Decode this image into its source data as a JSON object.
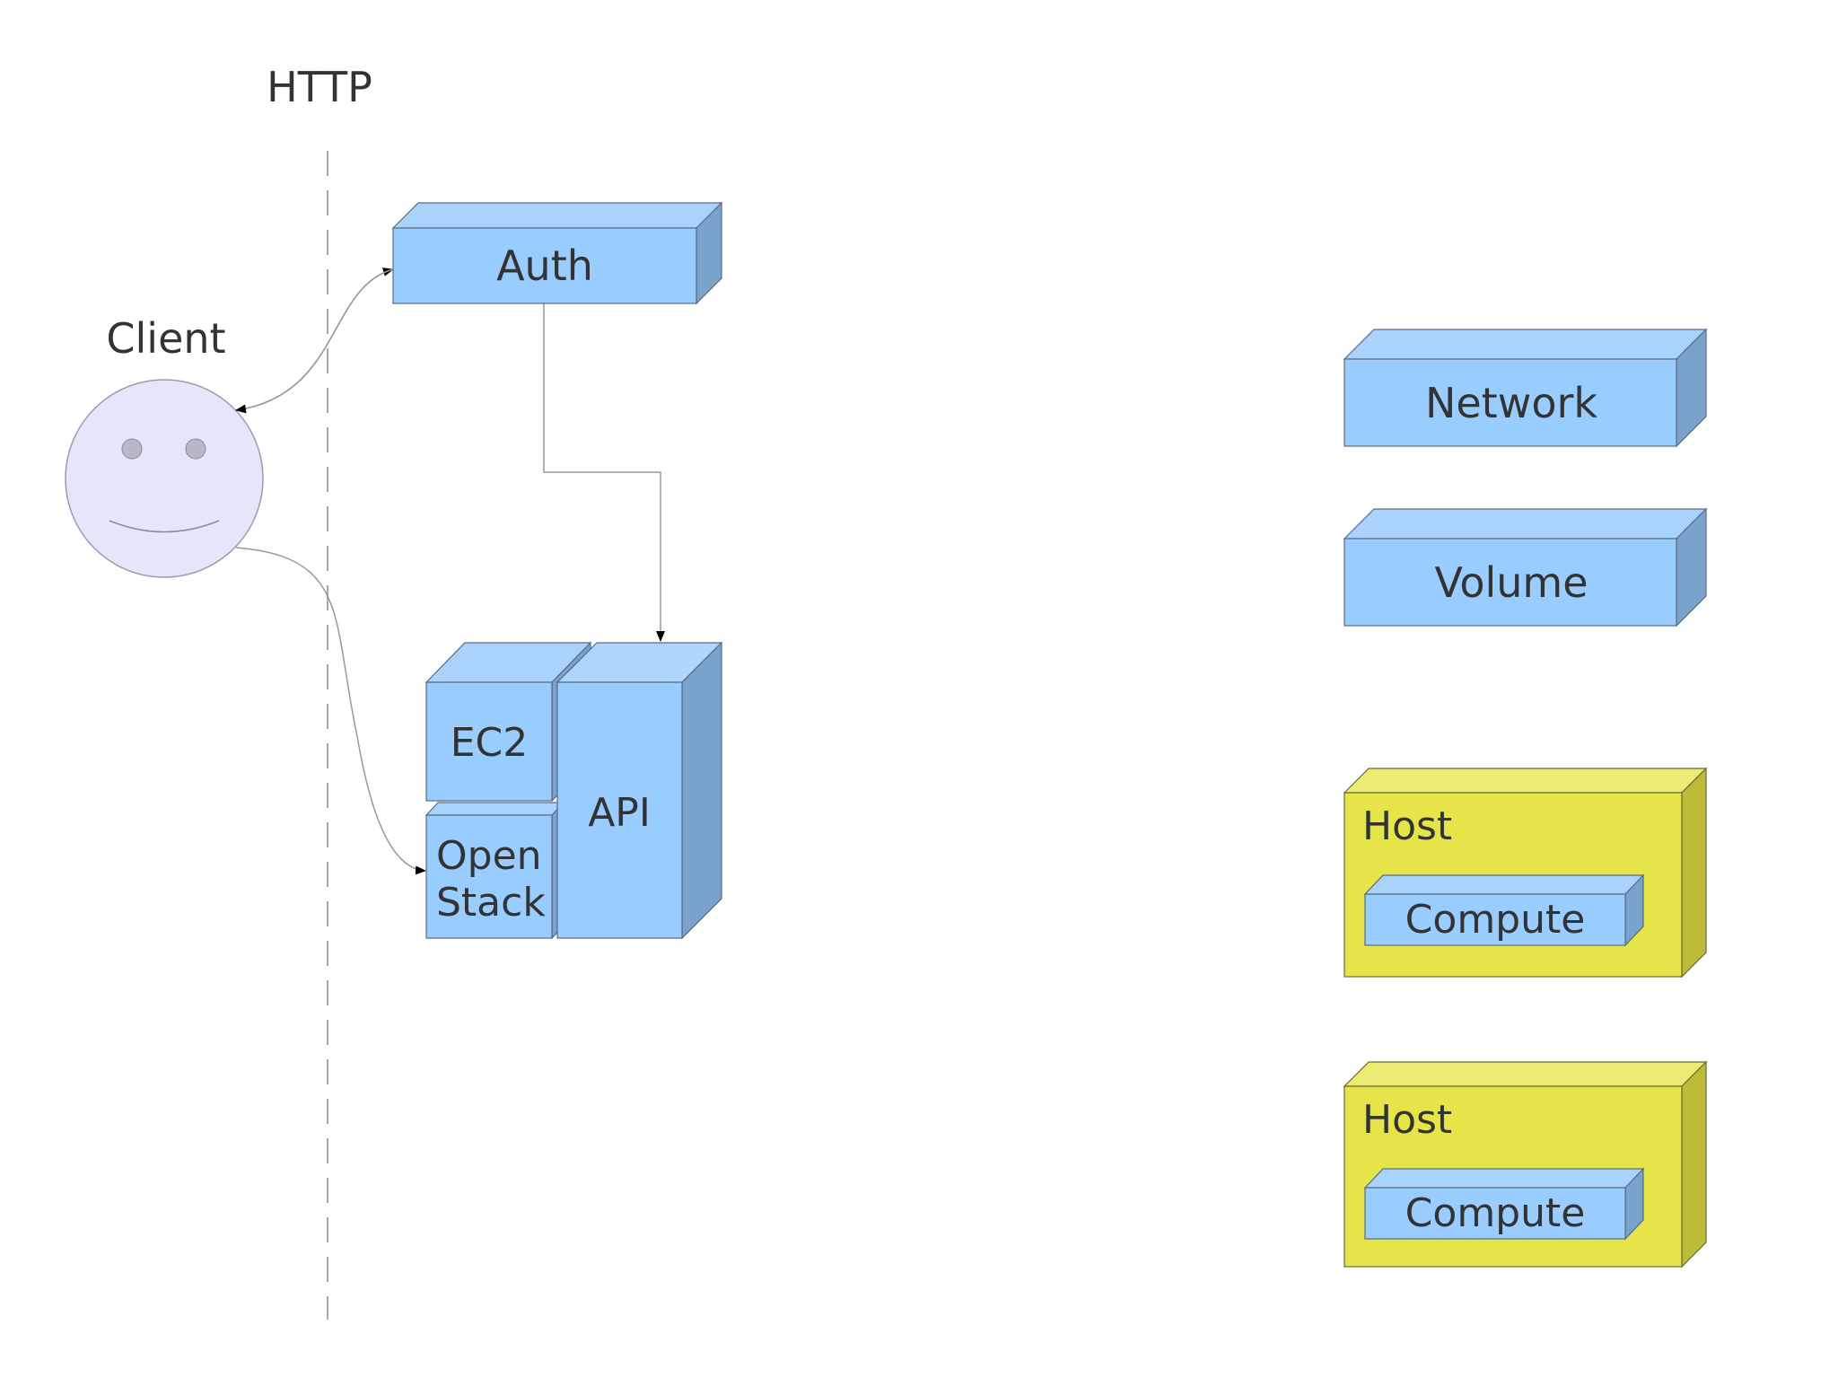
{
  "diagram": {
    "http_label": "HTTP",
    "client_label": "Client",
    "auth_label": "Auth",
    "ec2_label": "EC2",
    "openstack_line1": "Open",
    "openstack_line2": "Stack",
    "api_label": "API",
    "network_label": "Network",
    "volume_label": "Volume",
    "hosts": [
      {
        "label": "Host",
        "compute_label": "Compute"
      },
      {
        "label": "Host",
        "compute_label": "Compute"
      }
    ]
  },
  "colors": {
    "blue_front": "#99ccff",
    "blue_top": "#a9d3fc",
    "blue_side": "#7aa3cc",
    "yellow_front": "#e5e549",
    "yellow_top": "#ecec74",
    "yellow_side": "#bcbc38",
    "client_face": "#e6e6fa",
    "edge": "#5a6a80",
    "line": "#888888",
    "arrow": "#000000",
    "text": "#333333"
  }
}
